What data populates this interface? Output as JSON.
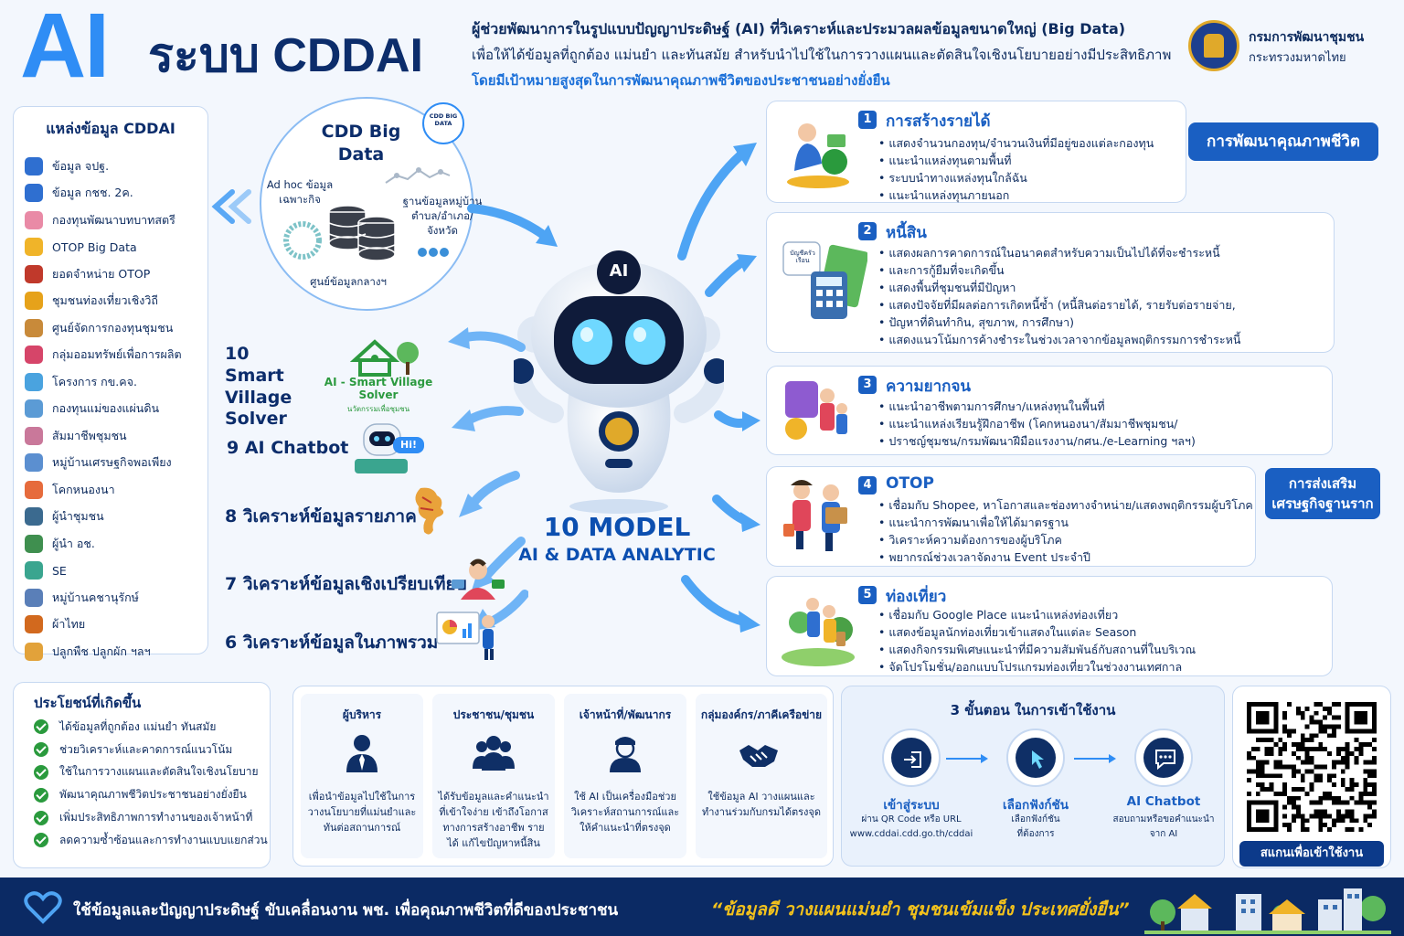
{
  "header": {
    "ai": "AI",
    "title": "ระบบ CDDAI",
    "line1": "ผู้ช่วยพัฒนาการในรูปแบบปัญญาประดิษฐ์ (AI) ที่วิเคราะห์และประมวลผลข้อมูลขนาดใหญ่ (Big Data)",
    "line2": "เพื่อให้ได้ข้อมูลที่ถูกต้อง แม่นยำ และทันสมัย สำหรับนำไปใช้ในการวางแผนและตัดสินใจเชิงนโยบายอย่างมีประสิทธิภาพ",
    "line3": "โดยมีเป้าหมายสูงสุดในการพัฒนาคุณภาพชีวิตของประชาชนอย่างยั่งยืน",
    "dept_name": "กรมการพัฒนาชุมชน",
    "dept_sub": "กระทรวงมหาดไทย"
  },
  "sources": {
    "title": "แหล่งข้อมูล CDDAI",
    "items": [
      {
        "label": "ข้อมูล จปฐ.",
        "color": "#2f6fd0"
      },
      {
        "label": "ข้อมูล กชช. 2ค.",
        "color": "#2f6fd0"
      },
      {
        "label": "กองทุนพัฒนาบทบาทสตรี",
        "color": "#e98aa6"
      },
      {
        "label": "OTOP Big Data",
        "color": "#f0b429"
      },
      {
        "label": "ยอดจำหน่าย OTOP",
        "color": "#c0392b"
      },
      {
        "label": "ชุมชนท่องเที่ยวเชิงวิถี",
        "color": "#e6a21a"
      },
      {
        "label": "ศูนย์จัดการกองทุนชุมชน",
        "color": "#c88a3a"
      },
      {
        "label": "กลุ่มออมทรัพย์เพื่อการผลิต",
        "color": "#d64569"
      },
      {
        "label": "โครงการ กข.คจ.",
        "color": "#4aa3df"
      },
      {
        "label": "กองทุนแม่ของแผ่นดิน",
        "color": "#5b9bd5"
      },
      {
        "label": "สัมมาชีพชุมชน",
        "color": "#c9789a"
      },
      {
        "label": "หมู่บ้านเศรษฐกิจพอเพียง",
        "color": "#5b8fd0"
      },
      {
        "label": "โคกหนองนา",
        "color": "#e66b3c"
      },
      {
        "label": "ผู้นำชุมชน",
        "color": "#3b6a8f"
      },
      {
        "label": "ผู้นำ อช.",
        "color": "#3f8f4f"
      },
      {
        "label": "SE",
        "color": "#3aa58f"
      },
      {
        "label": "หมู่บ้านคชานุรักษ์",
        "color": "#5a7fb8"
      },
      {
        "label": "ผ้าไทย",
        "color": "#d2691e"
      },
      {
        "label": "ปลูกพืช ปลูกผัก ฯลฯ",
        "color": "#e2a23a"
      }
    ]
  },
  "bigdata": {
    "title": "CDD Big Data",
    "badge": "CDD BIG DATA",
    "adhoc": "Ad hoc ข้อมูลเฉพาะกิจ",
    "village": "ฐานข้อมูลหมู่บ้าน ตำบล/อำเภอ/จังหวัด",
    "center": "ศูนย์ข้อมูลกลางฯ"
  },
  "model": {
    "big": "10 MODEL",
    "sub": "AI & DATA ANALYTIC",
    "robot_badge": "AI",
    "left": [
      {
        "label": "10 Smart Village Solver"
      },
      {
        "label": "9 AI Chatbot"
      },
      {
        "label": "8 วิเคราะห์ข้อมูลรายภาค"
      },
      {
        "label": "7 วิเคราะห์ข้อมูลเชิงเปรียบเทียบ"
      },
      {
        "label": "6 วิเคราะห์ข้อมูลในภาพรวม"
      }
    ],
    "sv_logo": "AI - Smart Village Solver",
    "sv_logo_sub": "นวัตกรรมเพื่อชุมชน",
    "chatbot_bubble": "Hi!"
  },
  "models": [
    {
      "num": "1",
      "title": "การสร้างรายได้",
      "points": [
        "แสดงจำนวนกองทุน/จำนวนเงินที่มีอยู่ของแต่ละกองทุน",
        "แนะนำแหล่งทุนตามพื้นที่",
        "ระบบนำทางแหล่งทุนใกล้ฉัน",
        "แนะนำแหล่งทุนภายนอก"
      ]
    },
    {
      "num": "2",
      "title": "หนี้สิน",
      "points": [
        "แสดงผลการคาดการณ์ในอนาคตสำหรับความเป็นไปได้ที่จะชำระหนี้",
        "และการกู้ยืมที่จะเกิดขึ้น",
        "แสดงพื้นที่ชุมชนที่มีปัญหา",
        "แสดงปัจจัยที่มีผลต่อการเกิดหนี้ซ้ำ (หนี้สินต่อรายได้, รายรับต่อรายจ่าย,",
        "ปัญหาที่ดินทำกิน, สุขภาพ, การศึกษา)",
        "แสดงแนวโน้มการค้างชำระในช่วงเวลาจากข้อมูลพฤติกรรมการชำระหนี้"
      ],
      "illus_label": "บัญชีครัวเรือน"
    },
    {
      "num": "3",
      "title": "ความยากจน",
      "points": [
        "แนะนำอาชีพตามการศึกษา/แหล่งทุนในพื้นที่",
        "แนะนำแหล่งเรียนรู้ฝึกอาชีพ (โคกหนองนา/สัมมาชีพชุมชน/",
        "ปราชญ์ชุมชน/กรมพัฒนาฝีมือแรงงาน/กศน./e-Learning ฯลฯ)"
      ]
    },
    {
      "num": "4",
      "title": "OTOP",
      "points": [
        "เชื่อมกับ Shopee, หาโอกาสและช่องทางจำหน่าย/แสดงพฤติกรรมผู้บริโภค",
        "แนะนำการพัฒนาเพื่อให้ได้มาตรฐาน",
        "วิเคราะห์ความต้องการของผู้บริโภค",
        "พยากรณ์ช่วงเวลาจัดงาน Event ประจำปี"
      ]
    },
    {
      "num": "5",
      "title": "ท่องเที่ยว",
      "points": [
        "เชื่อมกับ Google Place แนะนำแหล่งท่องเที่ยว",
        "แสดงข้อมูลนักท่องเที่ยวเข้าแสดงในแต่ละ Season",
        "แสดงกิจกรรมพิเศษแนะนำที่มีความสัมพันธ์กับสถานที่ในบริเวณ",
        "จัดโปรโมชั่น/ออกแบบโปรแกรมท่องเที่ยวในช่วงงานเทศกาล"
      ]
    }
  ],
  "tags": {
    "life": "การพัฒนาคุณภาพชีวิต",
    "econ_1": "การส่งเสริม",
    "econ_2": "เศรษฐกิจฐานราก"
  },
  "benefits": {
    "title": "ประโยชน์ที่เกิดขึ้น",
    "items": [
      "ได้ข้อมูลที่ถูกต้อง แม่นยำ ทันสมัย",
      "ช่วยวิเคราะห์และคาดการณ์แนวโน้ม",
      "ใช้ในการวางแผนและตัดสินใจเชิงนโยบาย",
      "พัฒนาคุณภาพชีวิตประชาชนอย่างยั่งยืน",
      "เพิ่มประสิทธิภาพการทำงานของเจ้าหน้าที่",
      "ลดความซ้ำซ้อนและการทำงานแบบแยกส่วน"
    ]
  },
  "users": [
    {
      "head": "ผู้บริหาร",
      "desc": "เพื่อนำข้อมูลไปใช้ในการวางนโยบายที่แม่นยำและทันต่อสถานการณ์"
    },
    {
      "head": "ประชาชน/ชุมชน",
      "desc": "ได้รับข้อมูลและคำแนะนำที่เข้าใจง่าย เข้าถึงโอกาสทางการสร้างอาชีพ รายได้ แก้ไขปัญหาหนี้สิน"
    },
    {
      "head": "เจ้าหน้าที่/พัฒนากร",
      "desc": "ใช้ AI เป็นเครื่องมือช่วยวิเคราะห์สถานการณ์และให้คำแนะนำที่ตรงจุด"
    },
    {
      "head": "กลุ่มองค์กร/ภาคีเครือข่าย",
      "desc": "ใช้ข้อมูล AI วางแผนและทำงานร่วมกับกรมได้ตรงจุด"
    }
  ],
  "steps": {
    "title": "3 ขั้นตอน ในการเข้าใช้งาน",
    "items": [
      {
        "title": "เข้าสู่ระบบ",
        "desc1": "ผ่าน QR Code หรือ URL",
        "desc2": "www.cddai.cdd.go.th/cddai"
      },
      {
        "title": "เลือกฟังก์ชัน",
        "desc1": "เลือกฟังก์ชัน",
        "desc2": "ที่ต้องการ"
      },
      {
        "title": "AI Chatbot",
        "desc1": "สอบถามหรือขอคำแนะนำ",
        "desc2": "จาก AI"
      }
    ]
  },
  "qr": {
    "button": "สแกนเพื่อเข้าใช้งาน"
  },
  "footer": {
    "left": "ใช้ข้อมูลและปัญญาประดิษฐ์ ขับเคลื่อนงาน พช. เพื่อคุณภาพชีวิตที่ดีของประชาชน",
    "right": "“ข้อมูลดี วางแผนแม่นยำ ชุมชนเข้มแข็ง ประเทศยั่งยืน”"
  },
  "colors": {
    "primary": "#1a5fc2",
    "navy": "#0b2a64",
    "accent_blue": "#2f8df5",
    "gold": "#f3c21c",
    "green": "#2a9a3d"
  }
}
